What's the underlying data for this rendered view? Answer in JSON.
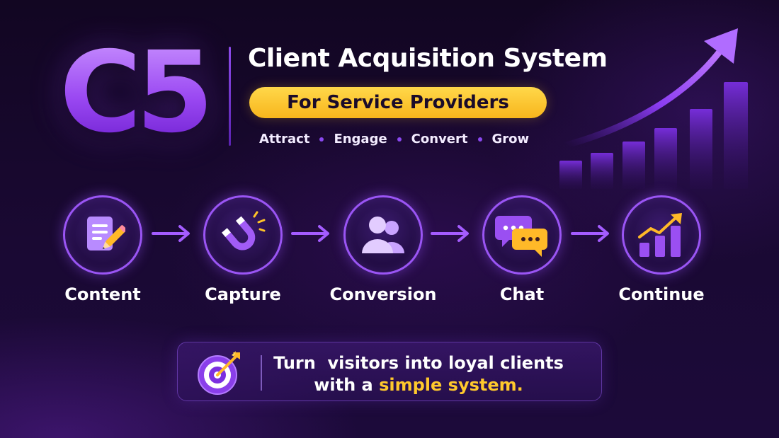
{
  "header": {
    "logo": "C5",
    "title": "Client Acquisition System",
    "subtitle": "For Service Providers",
    "tagline": [
      "Attract",
      "Engage",
      "Convert",
      "Grow"
    ]
  },
  "steps": [
    {
      "label": "Content",
      "icon": "document-pencil-icon"
    },
    {
      "label": "Capture",
      "icon": "magnet-icon"
    },
    {
      "label": "Conversion",
      "icon": "users-icon"
    },
    {
      "label": "Chat",
      "icon": "chat-bubbles-icon"
    },
    {
      "label": "Continue",
      "icon": "growth-chart-icon"
    }
  ],
  "banner": {
    "line1": "Turn  visitors into loyal clients",
    "line2_prefix": "with a ",
    "line2_highlight": "simple system.",
    "icon": "target-arrow-icon"
  },
  "colors": {
    "accent_purple": "#9a55f4",
    "highlight_yellow": "#ffc92c",
    "background": "#1a0933"
  }
}
